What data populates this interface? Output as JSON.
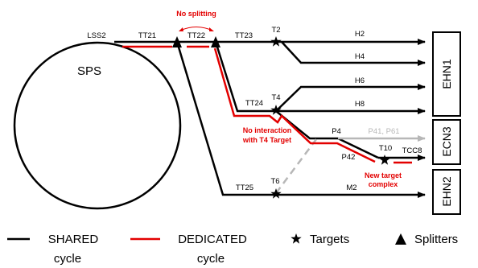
{
  "ring_label": "SPS",
  "lines": {
    "lss2": "LSS2",
    "tt21": "TT21",
    "tt22": "TT22",
    "tt23": "TT23",
    "tt24": "TT24",
    "tt25": "TT25",
    "h2": "H2",
    "h4": "H4",
    "h6": "H6",
    "h8": "H8",
    "p4": "P4",
    "p41_p61": "P41, P61",
    "p42": "P42",
    "tcc8": "TCC8",
    "m2": "M2"
  },
  "targets": {
    "t2": "T2",
    "t4": "T4",
    "t6": "T6",
    "t10": "T10"
  },
  "areas": {
    "ehn1": "EHN1",
    "ecn3": "ECN3",
    "ehn2": "EHN2"
  },
  "annotations": {
    "no_splitting": "No splitting",
    "no_interaction_1": "No interaction",
    "no_interaction_2": "with T4 Target",
    "new_target_1": "New target",
    "new_target_2": "complex"
  },
  "legend": {
    "shared_1": "SHARED",
    "shared_2": "cycle",
    "dedicated_1": "DEDICATED",
    "dedicated_2": "cycle",
    "targets": "Targets",
    "splitters": "Splitters"
  },
  "colors": {
    "shared": "#000000",
    "dedicated": "#e30000",
    "inactive": "#b7b7b7"
  }
}
